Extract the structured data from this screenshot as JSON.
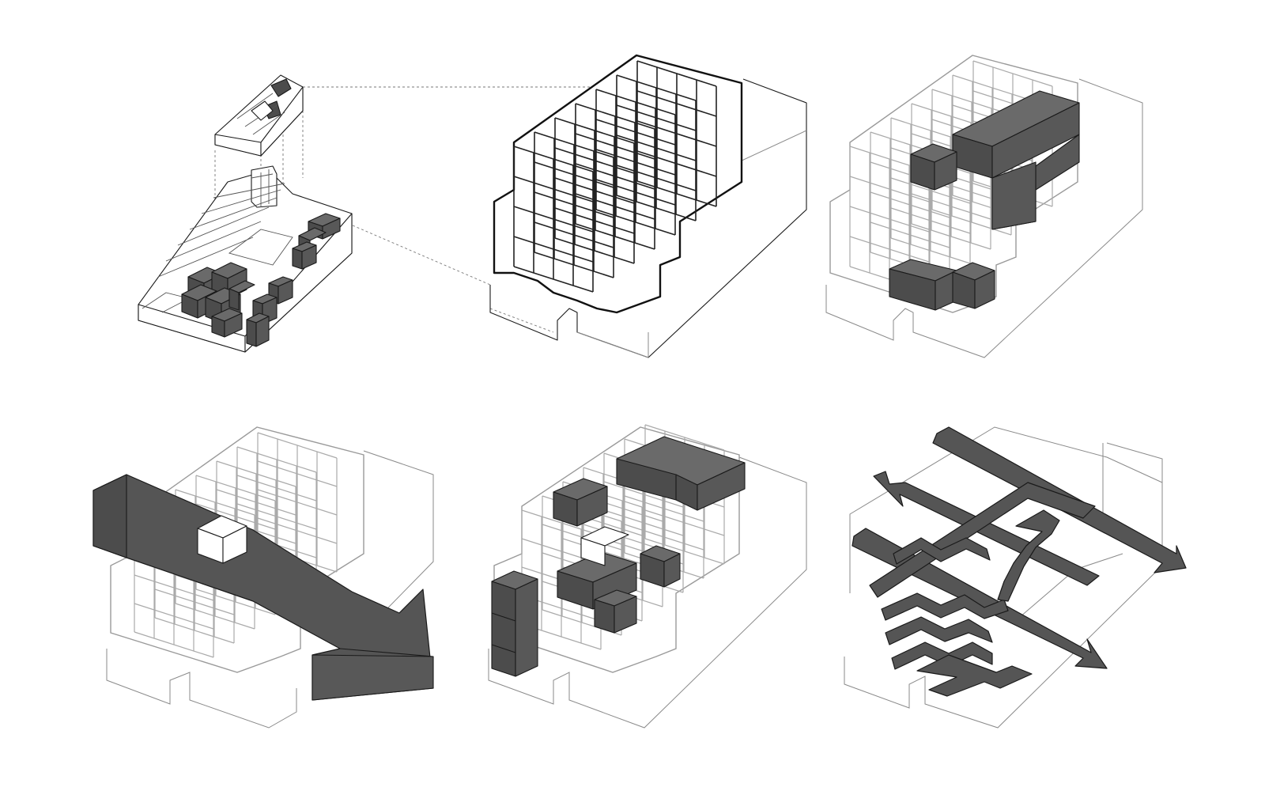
{
  "diagram": {
    "panels": [
      {
        "id": "site-context",
        "label": ""
      },
      {
        "id": "structural-grid",
        "label": ""
      },
      {
        "id": "volume-insertion",
        "label": ""
      },
      {
        "id": "main-circulation-arrow",
        "label": ""
      },
      {
        "id": "perimeter-volumes",
        "label": ""
      },
      {
        "id": "circulation-paths",
        "label": ""
      }
    ],
    "colors": {
      "background": "#ffffff",
      "line": "#1a1a1a",
      "grid_light": "#9a9a9a",
      "fill_dark": "#555555",
      "fill_dark_shade": "#4c4c4c"
    }
  }
}
